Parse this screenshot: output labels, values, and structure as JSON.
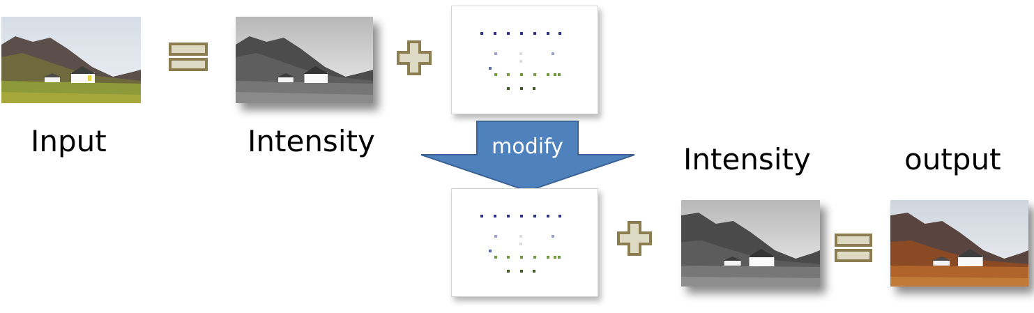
{
  "labels": {
    "input": "Input",
    "intensity_top": "Intensity",
    "intensity_bottom": "Intensity",
    "output": "output"
  },
  "arrow": {
    "label": "modify",
    "color": "#4f81bd"
  },
  "operators": {
    "fill": "#ddd9c3",
    "stroke": "#8b7d4f"
  },
  "images": {
    "input": "color-landscape-photo",
    "intensity_top": "grayscale-landscape-photo",
    "intensity_bottom": "grayscale-landscape-photo",
    "output": "recolored-autumn-landscape-photo"
  },
  "palette_colors": {
    "dark_blue": "#2e3188",
    "light_blue": "#9aa3cf",
    "blue": "#5a6bb0",
    "gray": "#dcdcdc",
    "green": "#6e9a3a",
    "dark_green": "#3f5a22"
  }
}
